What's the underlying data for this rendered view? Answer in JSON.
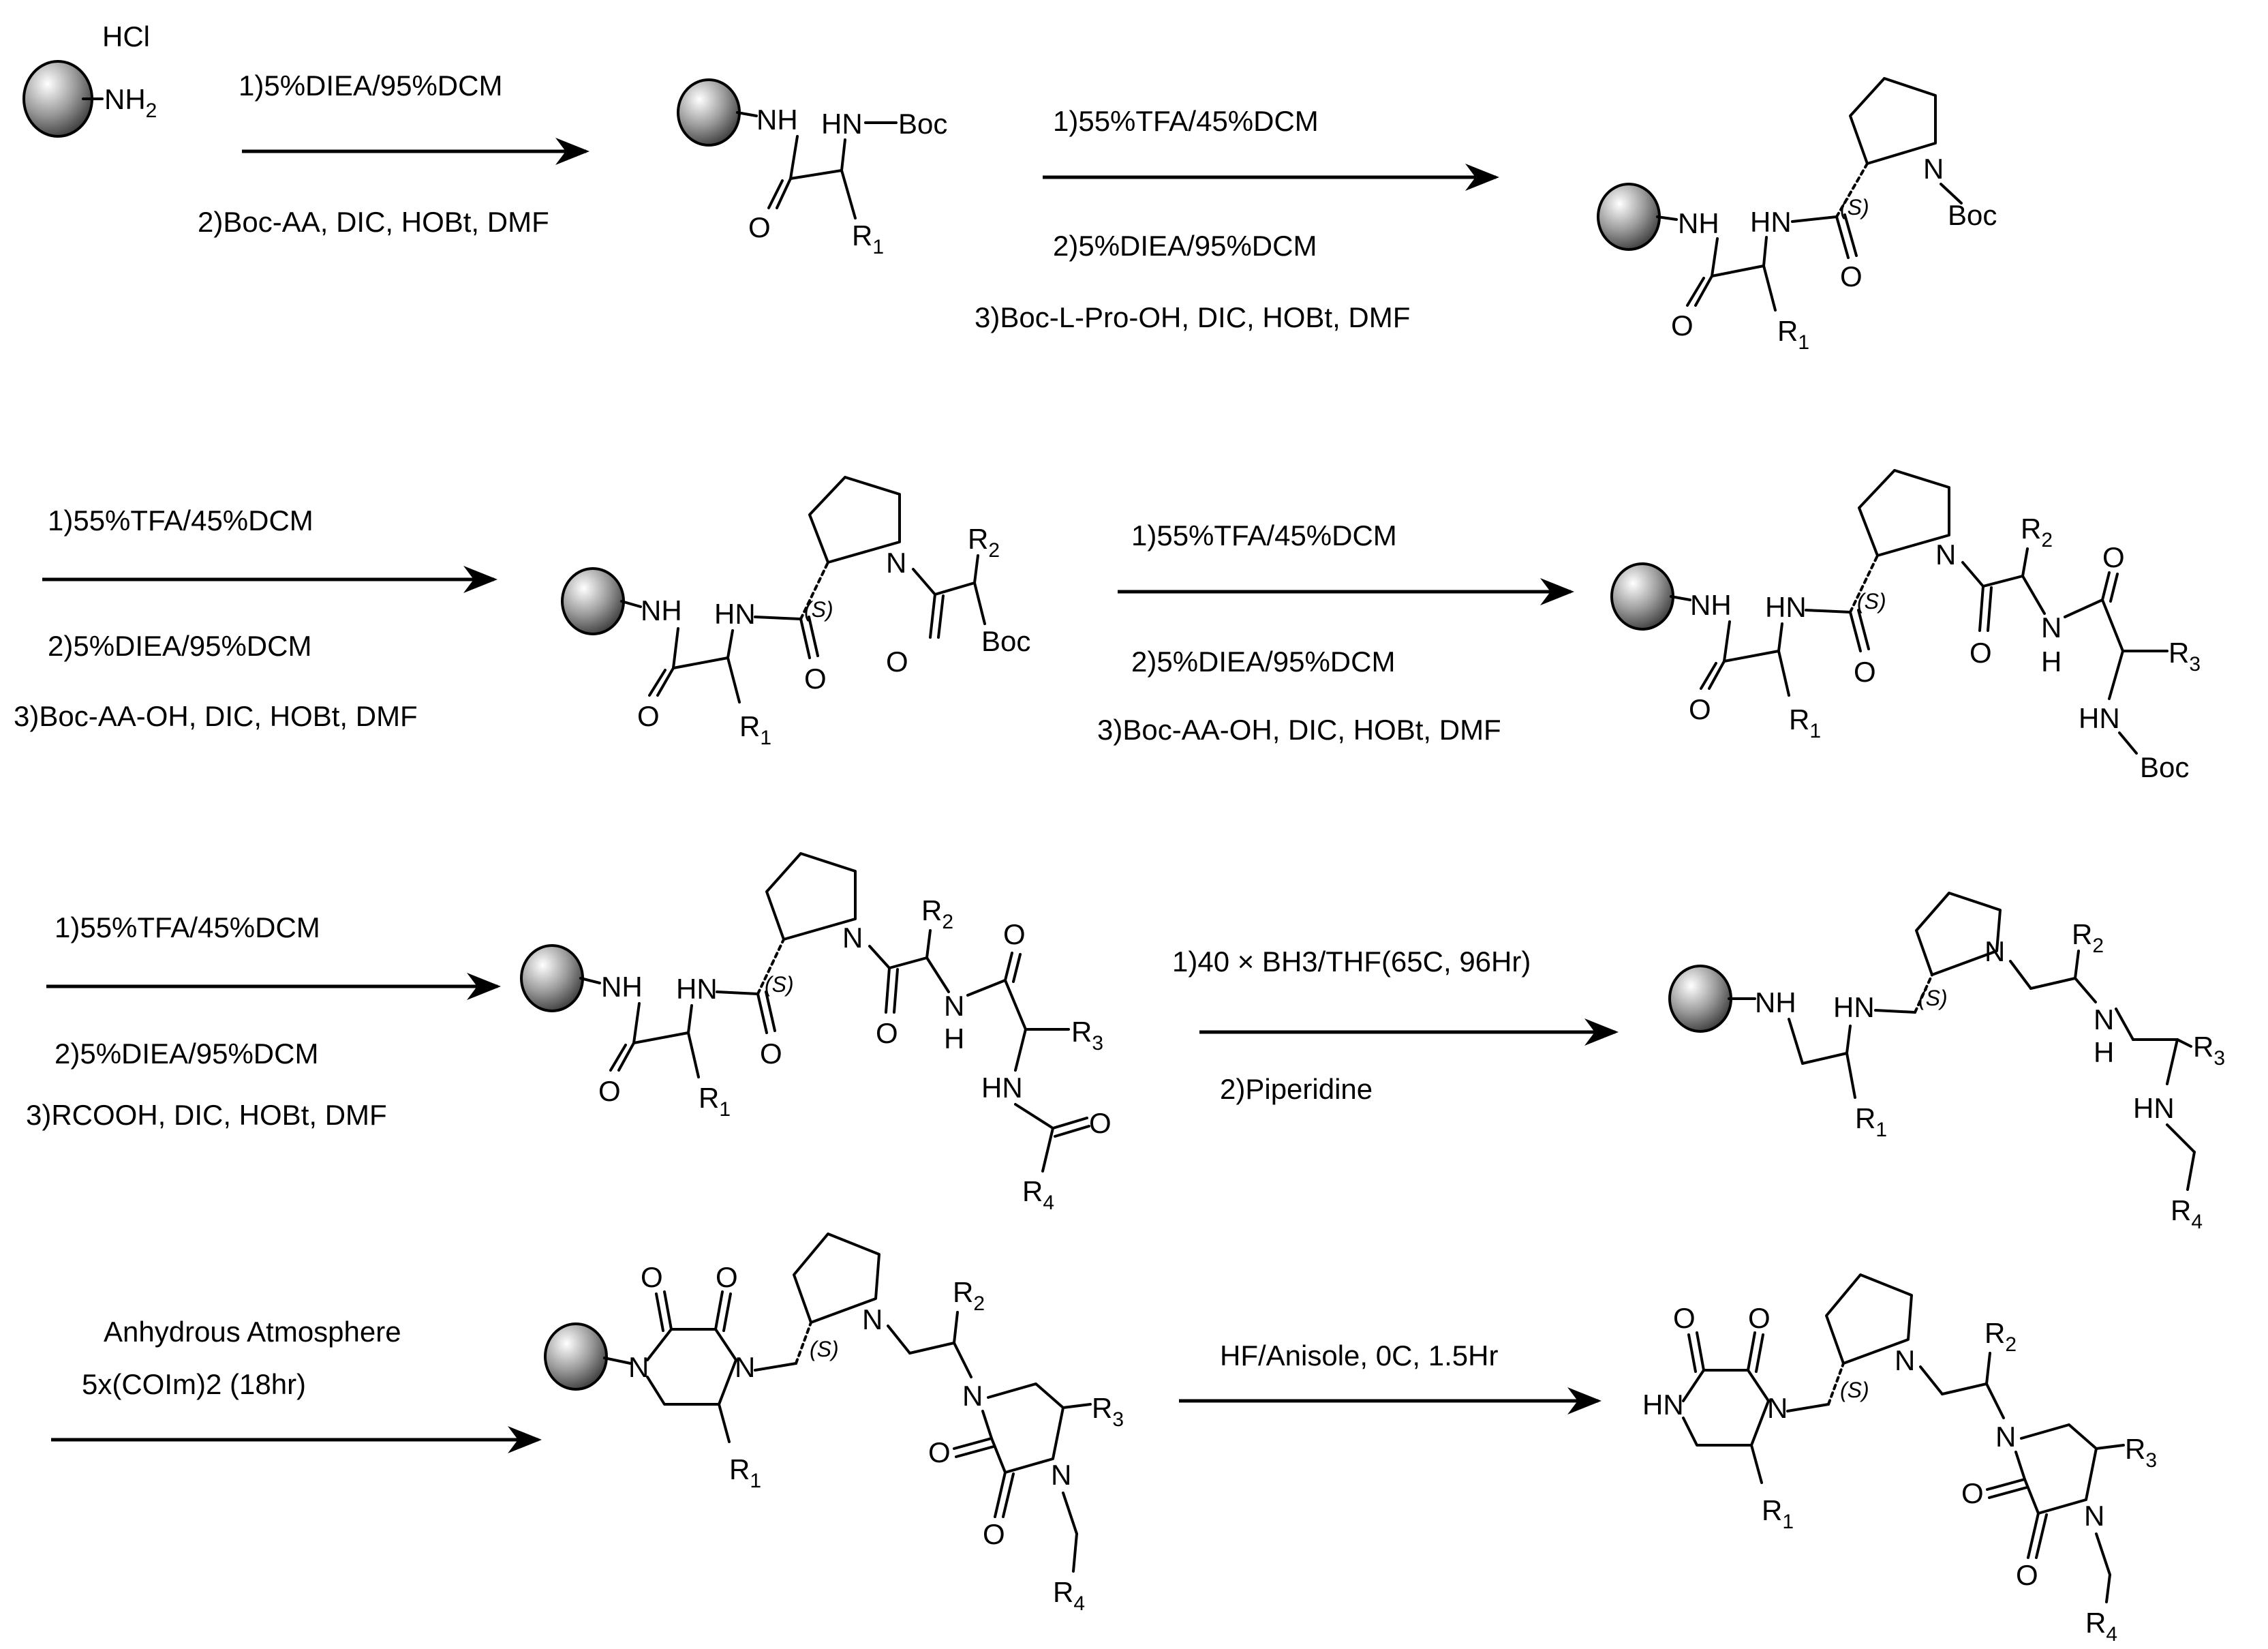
{
  "resin_start": {
    "salt": "HCl",
    "amine": "NH",
    "amine_sub": "2"
  },
  "steps": {
    "s1": [
      "1)5%DIEA/95%DCM",
      "2)Boc-AA, DIC, HOBt, DMF"
    ],
    "s2": [
      "1)55%TFA/45%DCM",
      "2)5%DIEA/95%DCM",
      "3)Boc-L-Pro-OH, DIC, HOBt, DMF"
    ],
    "s3": [
      "1)55%TFA/45%DCM",
      "2)5%DIEA/95%DCM",
      "3)Boc-AA-OH, DIC, HOBt, DMF"
    ],
    "s4": [
      "1)55%TFA/45%DCM",
      "2)5%DIEA/95%DCM",
      "3)Boc-AA-OH, DIC, HOBt, DMF"
    ],
    "s5": [
      "1)55%TFA/45%DCM",
      "2)5%DIEA/95%DCM",
      "3)RCOOH, DIC, HOBt, DMF"
    ],
    "s6": [
      "1)40 × BH3/THF(65C, 96Hr)",
      "2)Piperidine"
    ],
    "s7": [
      "Anhydrous Atmosphere",
      "5x(COIm)2 (18hr)"
    ],
    "s8": [
      "HF/Anisole, 0C, 1.5Hr"
    ]
  },
  "atoms": {
    "NH": "NH",
    "HN": "HN",
    "N": "N",
    "H": "H",
    "O": "O",
    "Boc": "Boc",
    "R": "R",
    "stereo": "(S)",
    "r1": "1",
    "r2": "2",
    "r3": "3",
    "r4": "4"
  }
}
